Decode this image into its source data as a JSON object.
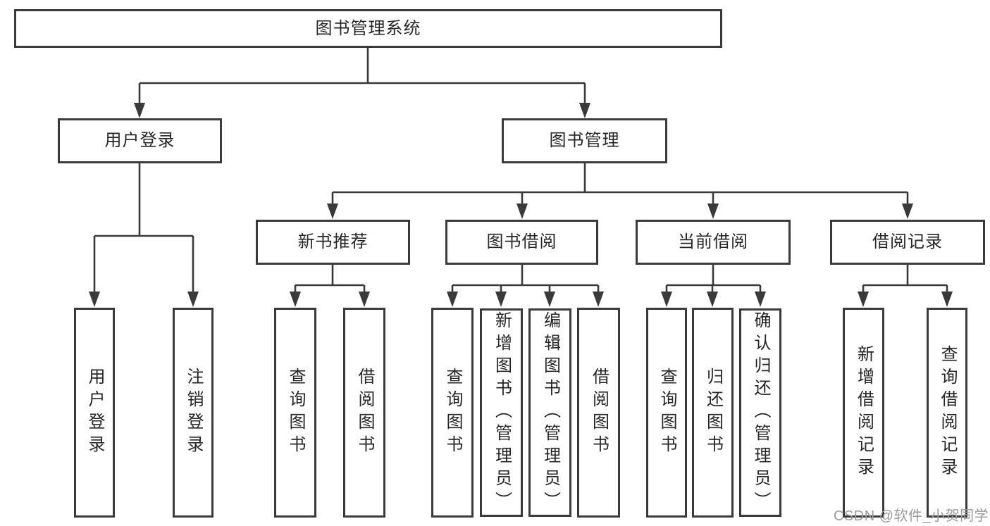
{
  "tree": {
    "label": "图书管理系统",
    "children": [
      {
        "label": "用户登录",
        "children": [
          {
            "label": "用户登录"
          },
          {
            "label": "注销登录"
          }
        ]
      },
      {
        "label": "图书管理",
        "children": [
          {
            "label": "新书推荐",
            "children": [
              {
                "label": "查询图书"
              },
              {
                "label": "借阅图书"
              }
            ]
          },
          {
            "label": "图书借阅",
            "children": [
              {
                "label": "查询图书"
              },
              {
                "label": "新增图书（管理员）"
              },
              {
                "label": "编辑图书（管理员）"
              },
              {
                "label": "借阅图书"
              }
            ]
          },
          {
            "label": "当前借阅",
            "children": [
              {
                "label": "查询图书"
              },
              {
                "label": "归还图书"
              },
              {
                "label": "确认归还（管理员）"
              }
            ]
          },
          {
            "label": "借阅记录",
            "children": [
              {
                "label": "新增借阅记录"
              },
              {
                "label": "查询借阅记录"
              }
            ]
          }
        ]
      }
    ]
  },
  "watermark": {
    "text": "CSDN @软件_小贺同学"
  },
  "colors": {
    "line": "#3a3a3a",
    "text": "#262626",
    "background": "#ffffff",
    "watermark": "#9b9b9b"
  }
}
